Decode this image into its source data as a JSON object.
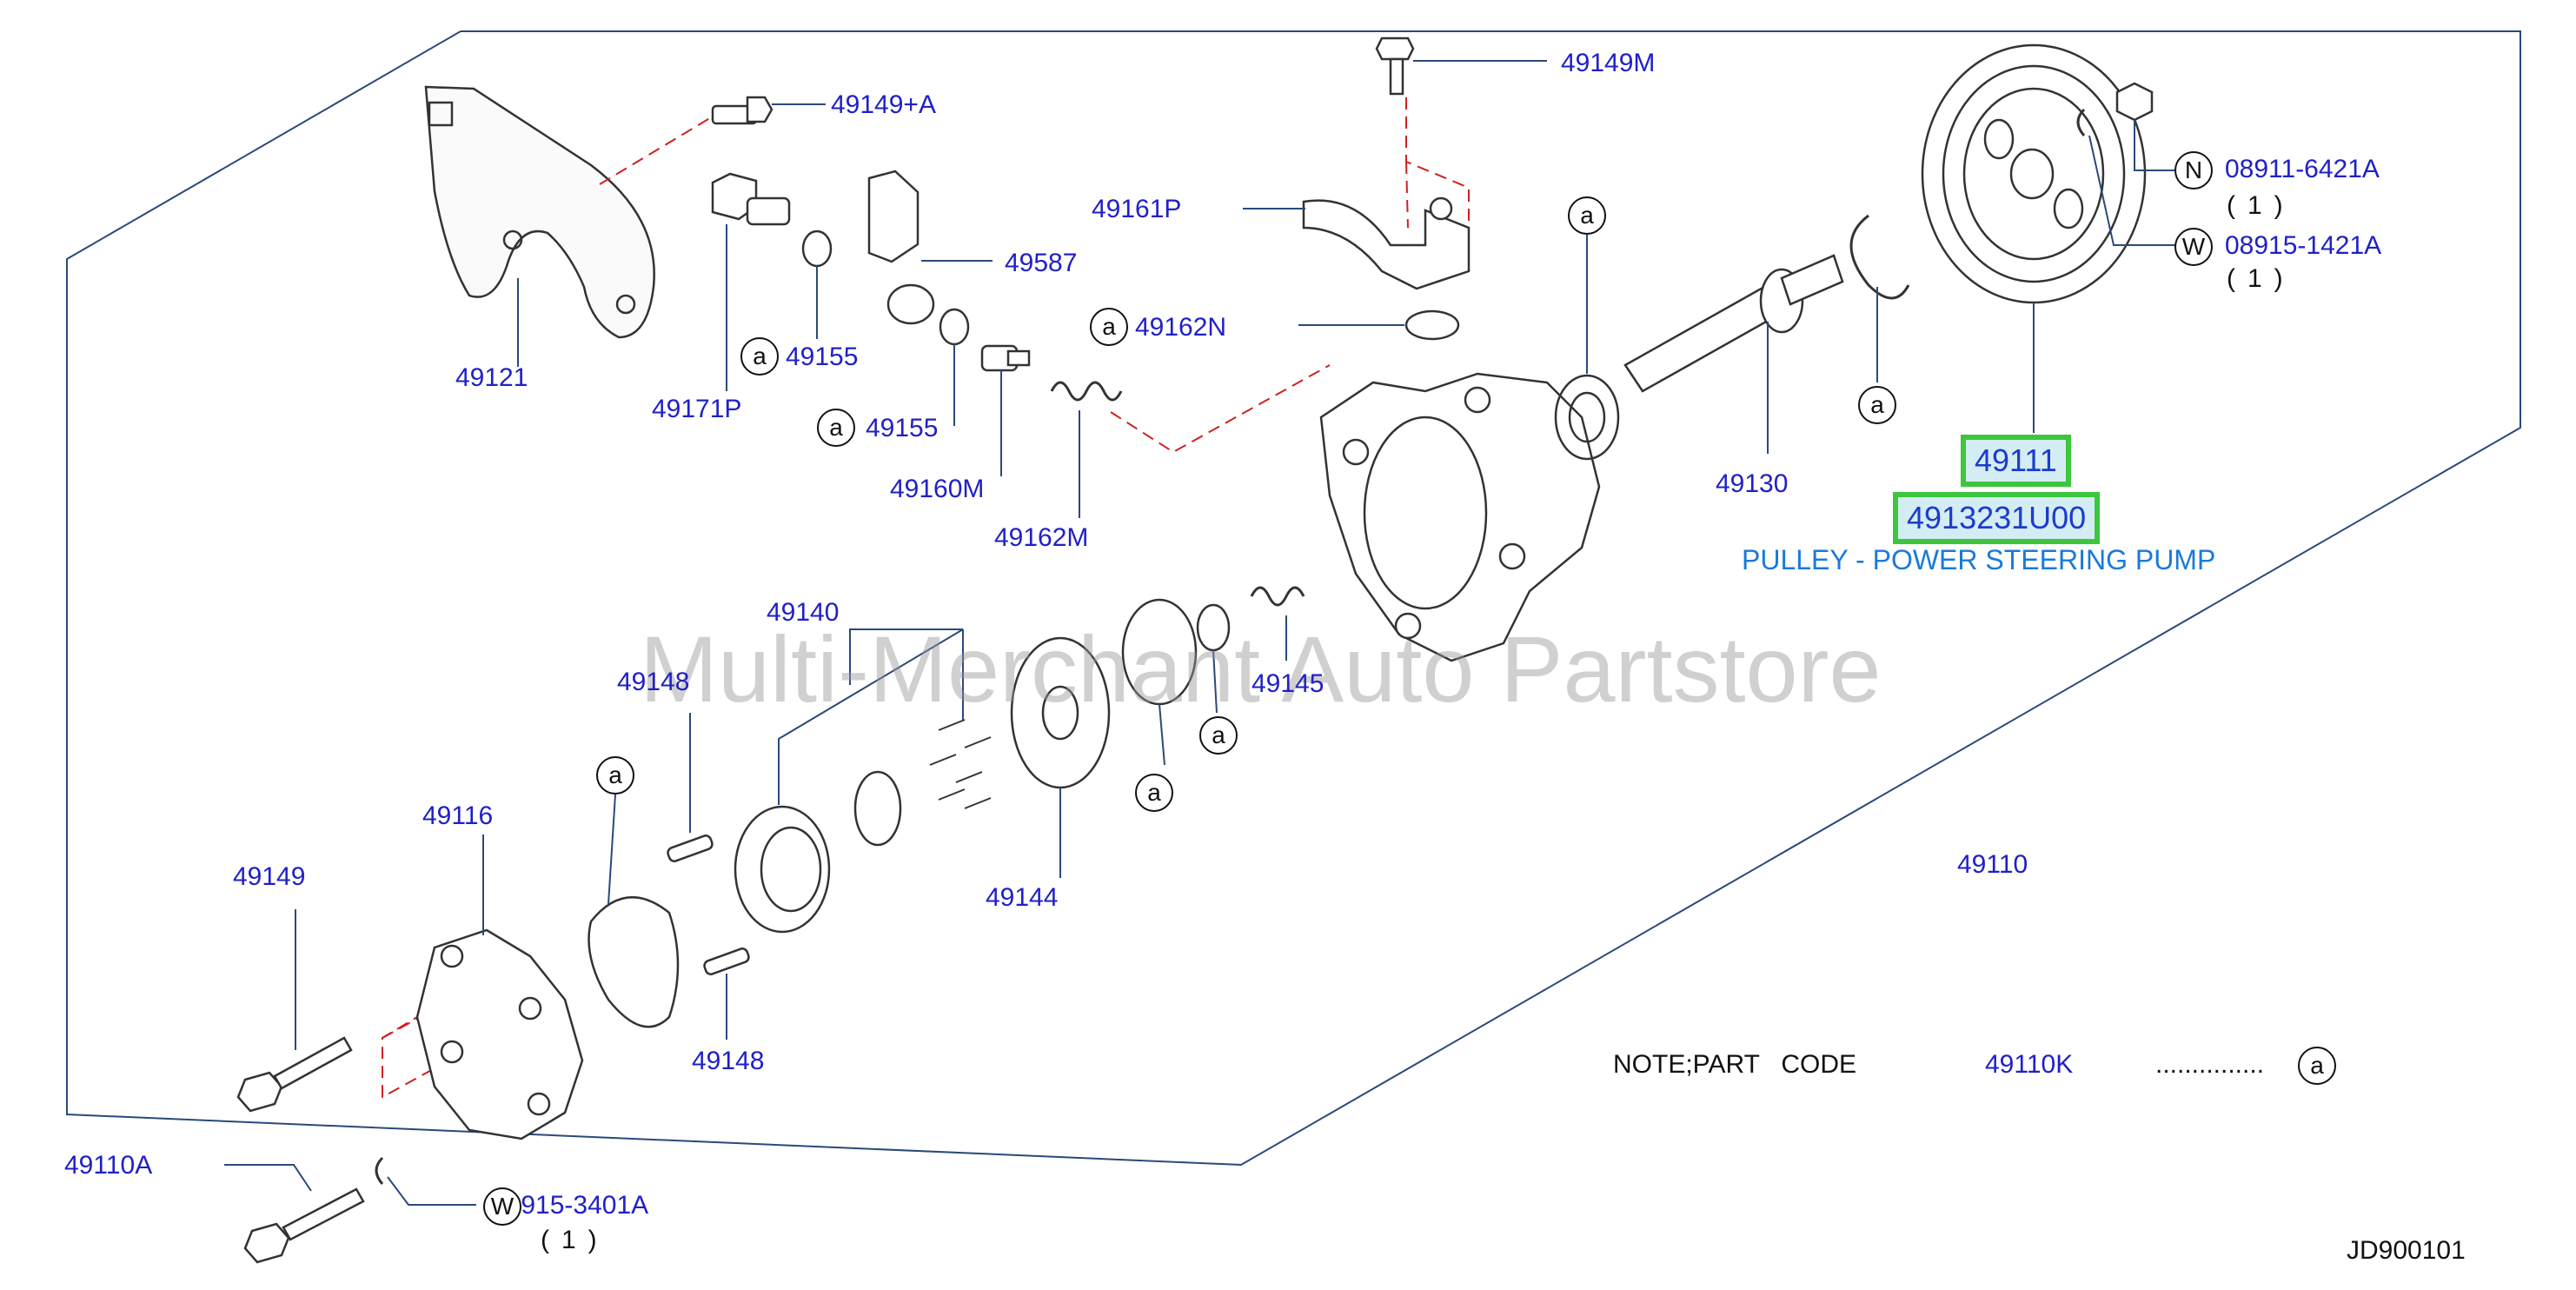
{
  "watermark": "Multi-Merchant Auto Partstore",
  "diagram_code": "JD900101",
  "note": {
    "text": "NOTE;PART   CODE",
    "code": "49110K",
    "dots": "...............",
    "symbol": "a"
  },
  "highlight": {
    "part": "49111",
    "part_number": "4913231U00",
    "description": "PULLEY - POWER STEERING PUMP",
    "border_color": "#3ec63e"
  },
  "labels": {
    "p49149M": "49149M",
    "p49149A": "49149+A",
    "p49161P": "49161P",
    "p49587": "49587",
    "p49162N": "49162N",
    "p49121": "49121",
    "p49155a": "49155",
    "p49155b": "49155",
    "p49171P": "49171P",
    "p49160M": "49160M",
    "p49162M": "49162M",
    "p49130": "49130",
    "p08911": "08911-6421A",
    "p08915a": "08915-1421A",
    "p49140": "49140",
    "p49148a": "49148",
    "p49145": "49145",
    "p49116": "49116",
    "p49149": "49149",
    "p49144": "49144",
    "p49148b": "49148",
    "p49110": "49110",
    "p49110A": "49110A",
    "p08915b": "08915-3401A"
  },
  "qty": {
    "q1": "(1)",
    "q2": "(1)",
    "q3": "(1)"
  },
  "symbols": {
    "a": "a",
    "N": "N",
    "W": "W"
  },
  "colors": {
    "label": "#2020c8",
    "line": "#2a4a7a",
    "dashed": "#d02020"
  }
}
